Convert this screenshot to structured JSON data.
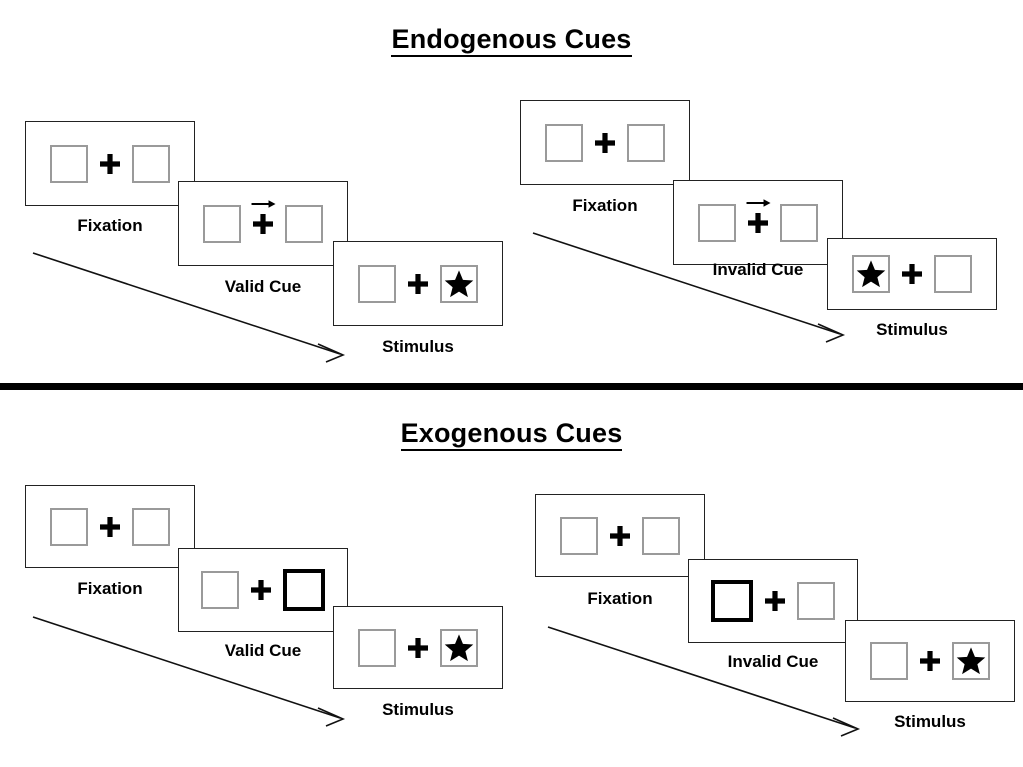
{
  "figure": {
    "sections": [
      {
        "id": "endogenous",
        "title": "Endogenous Cues",
        "sequences": [
          {
            "id": "endogenous-valid",
            "condition": "Valid Cue",
            "frames": [
              {
                "label": "Fixation",
                "left_box": {
                  "state": "plain",
                  "content": "none"
                },
                "center": {
                  "fixation": "plus-icon",
                  "cue": "none"
                },
                "right_box": {
                  "state": "plain",
                  "content": "none"
                }
              },
              {
                "label": "Valid Cue",
                "left_box": {
                  "state": "plain",
                  "content": "none"
                },
                "center": {
                  "fixation": "plus-icon",
                  "cue": "arrow-right-icon"
                },
                "right_box": {
                  "state": "plain",
                  "content": "none"
                }
              },
              {
                "label": "Stimulus",
                "left_box": {
                  "state": "plain",
                  "content": "none"
                },
                "center": {
                  "fixation": "plus-icon",
                  "cue": "none"
                },
                "right_box": {
                  "state": "plain",
                  "content": "star-icon"
                }
              }
            ]
          },
          {
            "id": "endogenous-invalid",
            "condition": "Invalid Cue",
            "frames": [
              {
                "label": "Fixation",
                "left_box": {
                  "state": "plain",
                  "content": "none"
                },
                "center": {
                  "fixation": "plus-icon",
                  "cue": "none"
                },
                "right_box": {
                  "state": "plain",
                  "content": "none"
                }
              },
              {
                "label": "Invalid Cue",
                "left_box": {
                  "state": "plain",
                  "content": "none"
                },
                "center": {
                  "fixation": "plus-icon",
                  "cue": "arrow-right-icon"
                },
                "right_box": {
                  "state": "plain",
                  "content": "none"
                }
              },
              {
                "label": "Stimulus",
                "left_box": {
                  "state": "plain",
                  "content": "star-icon"
                },
                "center": {
                  "fixation": "plus-icon",
                  "cue": "none"
                },
                "right_box": {
                  "state": "plain",
                  "content": "none"
                }
              }
            ]
          }
        ]
      },
      {
        "id": "exogenous",
        "title": "Exogenous Cues",
        "sequences": [
          {
            "id": "exogenous-valid",
            "condition": "Valid Cue",
            "frames": [
              {
                "label": "Fixation",
                "left_box": {
                  "state": "plain",
                  "content": "none"
                },
                "center": {
                  "fixation": "plus-icon",
                  "cue": "none"
                },
                "right_box": {
                  "state": "plain",
                  "content": "none"
                }
              },
              {
                "label": "Valid Cue",
                "left_box": {
                  "state": "plain",
                  "content": "none"
                },
                "center": {
                  "fixation": "plus-icon",
                  "cue": "none"
                },
                "right_box": {
                  "state": "highlighted",
                  "content": "none"
                }
              },
              {
                "label": "Stimulus",
                "left_box": {
                  "state": "plain",
                  "content": "none"
                },
                "center": {
                  "fixation": "plus-icon",
                  "cue": "none"
                },
                "right_box": {
                  "state": "plain",
                  "content": "star-icon"
                }
              }
            ]
          },
          {
            "id": "exogenous-invalid",
            "condition": "Invalid Cue",
            "frames": [
              {
                "label": "Fixation",
                "left_box": {
                  "state": "plain",
                  "content": "none"
                },
                "center": {
                  "fixation": "plus-icon",
                  "cue": "none"
                },
                "right_box": {
                  "state": "plain",
                  "content": "none"
                }
              },
              {
                "label": "Invalid Cue",
                "left_box": {
                  "state": "highlighted",
                  "content": "none"
                },
                "center": {
                  "fixation": "plus-icon",
                  "cue": "none"
                },
                "right_box": {
                  "state": "plain",
                  "content": "none"
                }
              },
              {
                "label": "Stimulus",
                "left_box": {
                  "state": "plain",
                  "content": "none"
                },
                "center": {
                  "fixation": "plus-icon",
                  "cue": "none"
                },
                "right_box": {
                  "state": "plain",
                  "content": "star-icon"
                }
              }
            ]
          }
        ]
      }
    ],
    "time_arrows": [
      {
        "id": "endogenous-valid-time-arrow"
      },
      {
        "id": "endogenous-invalid-time-arrow"
      },
      {
        "id": "exogenous-valid-time-arrow"
      },
      {
        "id": "exogenous-invalid-time-arrow"
      }
    ],
    "colors": {
      "panel_border": "#222222",
      "box_border": "#9a9a9a",
      "box_highlight_border": "#000000",
      "star_fill": "#000000",
      "divider": "#000000",
      "text": "#000000",
      "background": "#ffffff"
    }
  }
}
